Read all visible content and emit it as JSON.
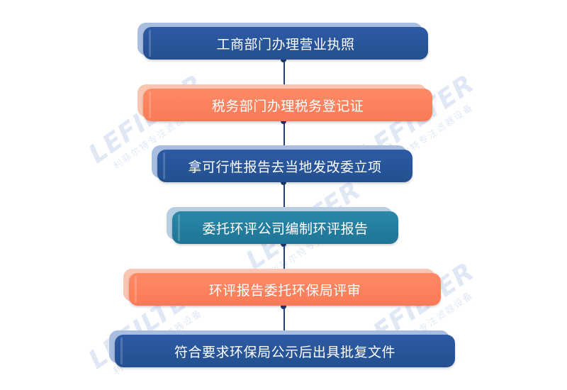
{
  "steps": [
    {
      "label": "工商部门办理营业执照",
      "style": "blue"
    },
    {
      "label": "税务部门办理税务登记证",
      "style": "orange"
    },
    {
      "label": "拿可行性报告去当地发改委立项",
      "style": "blue"
    },
    {
      "label": "委托环评公司编制环评报告",
      "style": "teal"
    },
    {
      "label": "环评报告委托环保局评审",
      "style": "orange"
    },
    {
      "label": "符合要求环保局公示后出具批复文件",
      "style": "blue"
    }
  ],
  "watermark": {
    "brand": "LEFILTER",
    "tagline": "利菲尔特专注滤器设备",
    "registered": "®"
  },
  "colors": {
    "blue": "#2b5aa3",
    "orange": "#fb8560",
    "teal": "#2583a5",
    "connector": "#2b3f6b"
  }
}
